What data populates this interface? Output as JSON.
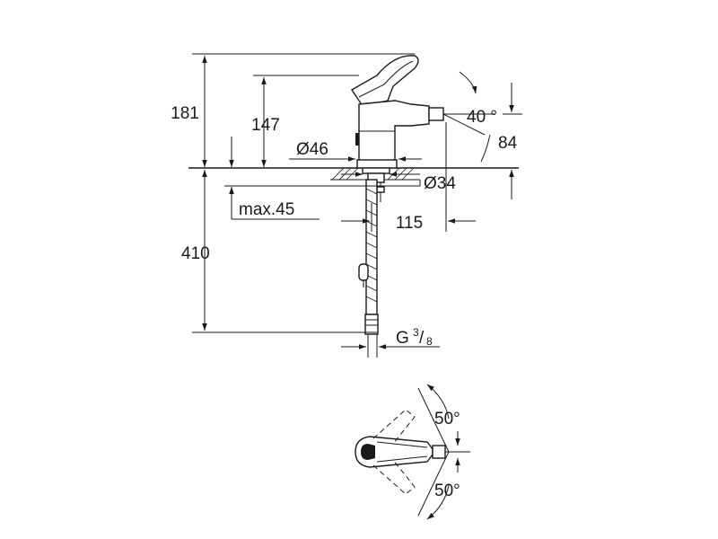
{
  "dimensions": {
    "total_height": "181",
    "spout_height": "147",
    "base_diameter": "Ø46",
    "hole_diameter": "Ø34",
    "max_deck_thickness": "max.45",
    "spout_angle": "40 °",
    "spout_drop": "84",
    "projection": "115",
    "below_deck": "410",
    "connection_prefix": "G",
    "connection_num": "3",
    "connection_slash": "/",
    "connection_den": "8",
    "lever_angle_top": "50°",
    "lever_angle_bottom": "50°"
  }
}
